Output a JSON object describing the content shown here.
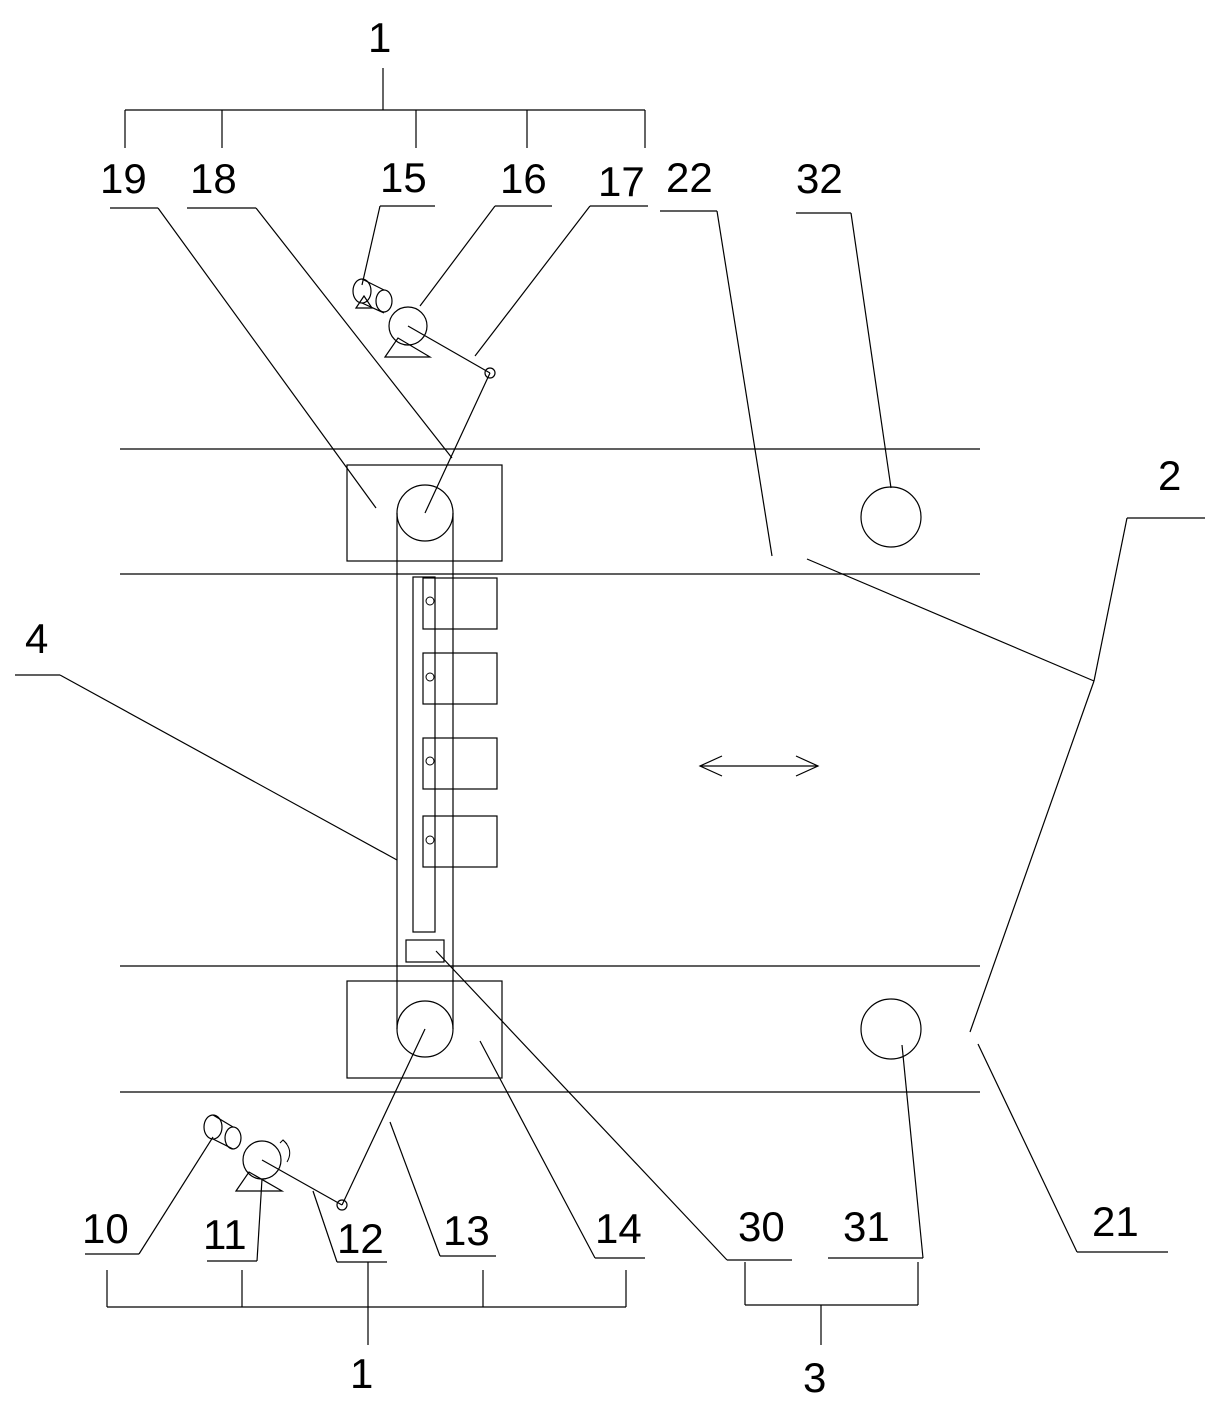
{
  "labels": {
    "top_group": "1",
    "l19": "19",
    "l18": "18",
    "l15": "15",
    "l16": "16",
    "l17": "17",
    "l22": "22",
    "l32": "32",
    "l2": "2",
    "l4": "4",
    "l10": "10",
    "l11": "11",
    "l12": "12",
    "l13": "13",
    "l14": "14",
    "l30": "30",
    "l31": "31",
    "l21": "21",
    "bottom_group": "1",
    "group3": "3"
  }
}
